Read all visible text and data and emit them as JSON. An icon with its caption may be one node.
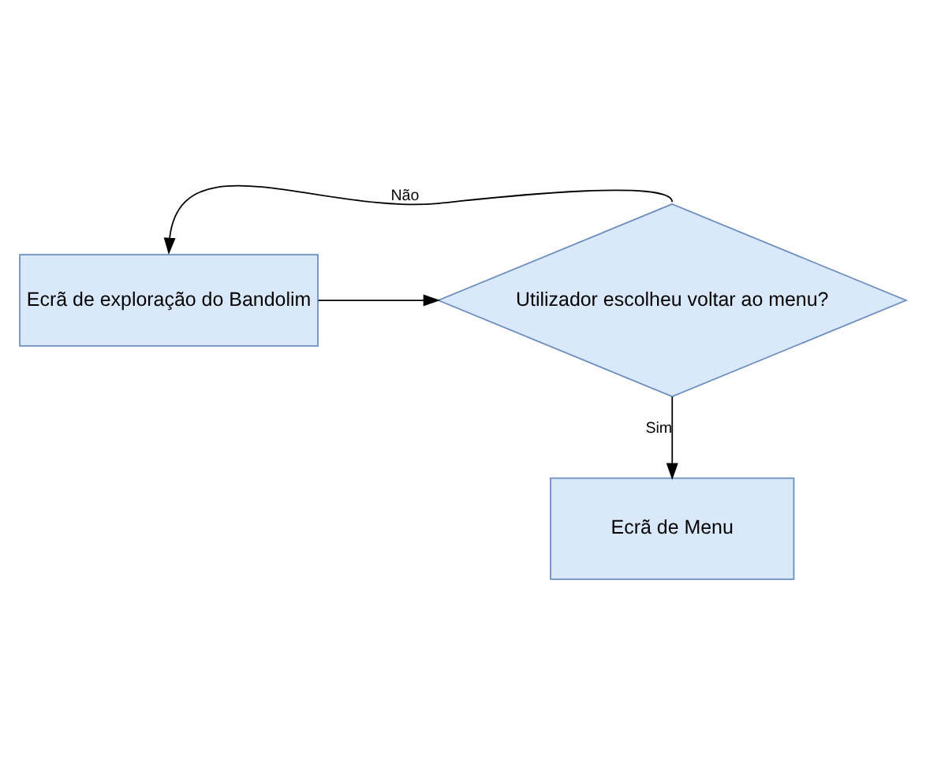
{
  "diagram": {
    "nodes": [
      {
        "text": [
          "Ecrã de exploração do Bandolim"
        ]
      },
      {
        "text": [
          "Utilizador escolheu voltar ao menu?"
        ]
      },
      {
        "text": [
          "Ecrã de Menu"
        ]
      }
    ],
    "edges": [
      {
        "from": 0,
        "to": 1,
        "arrow": "to"
      },
      {
        "from": 1,
        "to": 0,
        "arrow": "to",
        "label": "Não"
      },
      {
        "from": 1,
        "to": 2,
        "arrow": "to",
        "label": "Sim"
      }
    ]
  }
}
